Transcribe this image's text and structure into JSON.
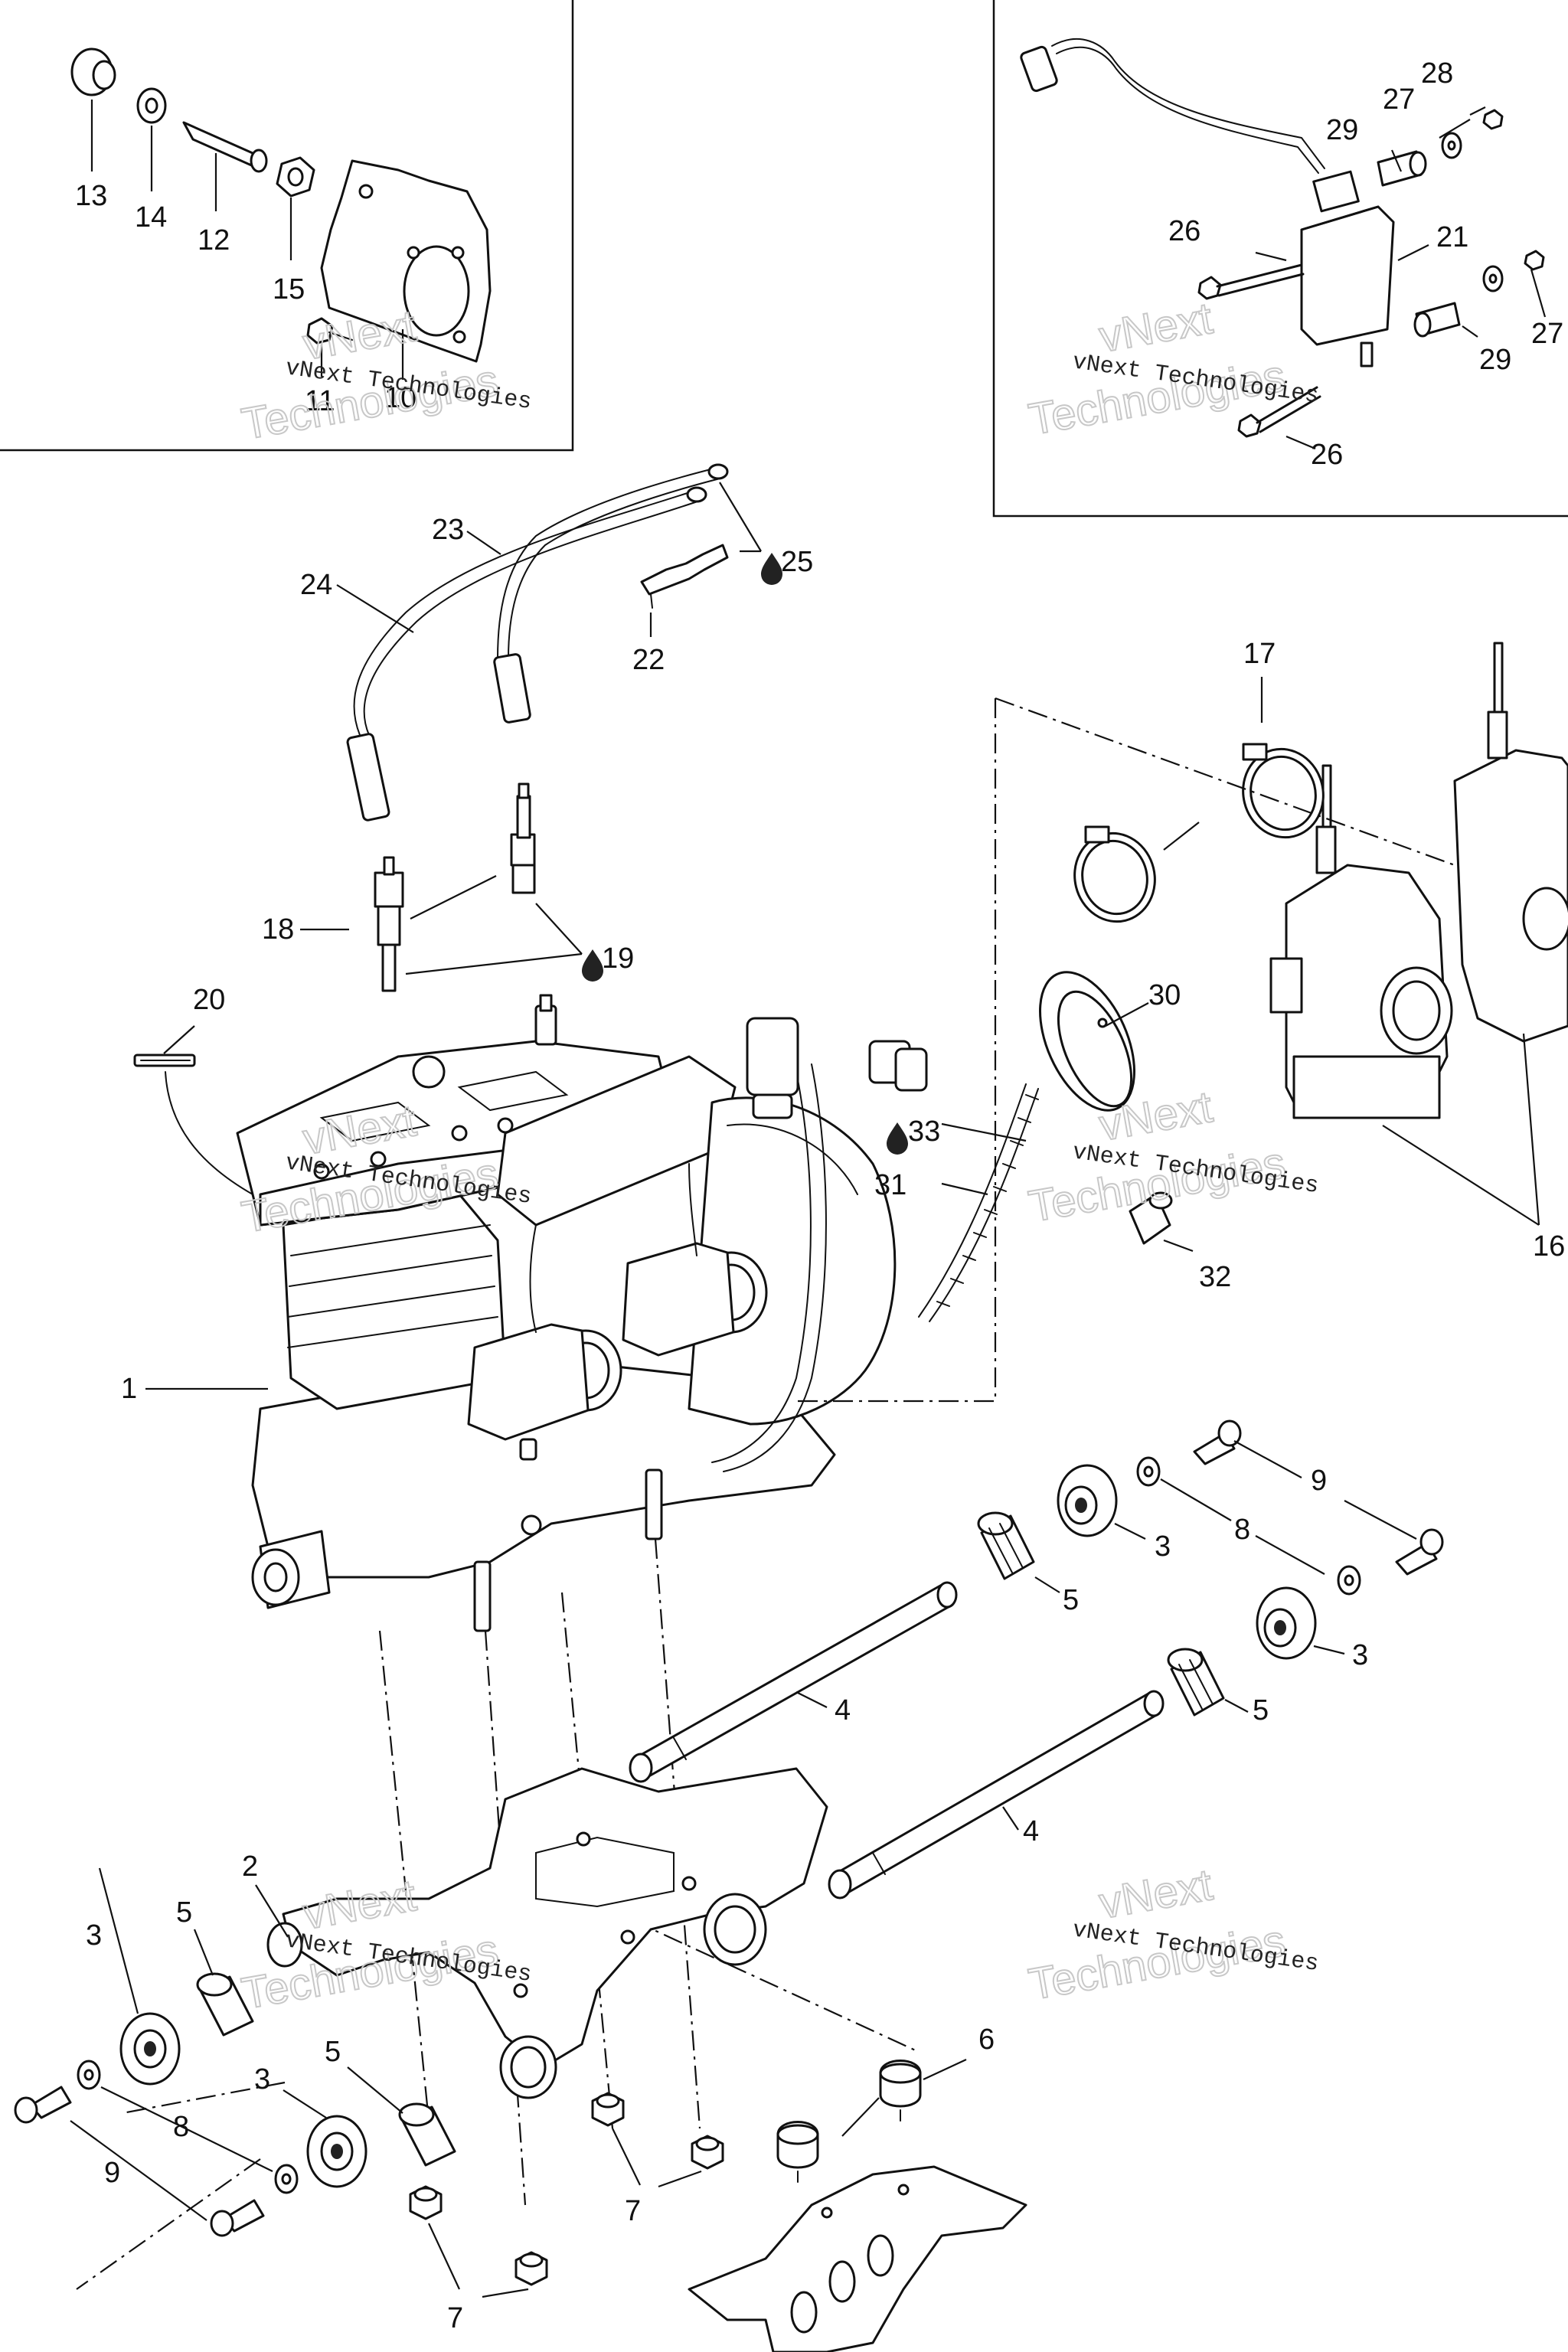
{
  "watermark": {
    "line1": "vNext Technologies",
    "line2": "vNext",
    "line3": "Technologies"
  },
  "callouts": {
    "c1": "1",
    "c2": "2",
    "c3a": "3",
    "c3b": "3",
    "c3c": "3",
    "c3d": "3",
    "c4a": "4",
    "c4b": "4",
    "c5a": "5",
    "c5b": "5",
    "c5c": "5",
    "c5d": "5",
    "c6": "6",
    "c7a": "7",
    "c7b": "7",
    "c8a": "8",
    "c8b": "8",
    "c9a": "9",
    "c9b": "9",
    "c10": "10",
    "c11": "11",
    "c12": "12",
    "c13": "13",
    "c14": "14",
    "c15": "15",
    "c16": "16",
    "c17": "17",
    "c18": "18",
    "c19": "19",
    "c20": "20",
    "c21": "21",
    "c22": "22",
    "c23": "23",
    "c24": "24",
    "c25": "25",
    "c26a": "26",
    "c26b": "26",
    "c27a": "27",
    "c27b": "27",
    "c28": "28",
    "c29a": "29",
    "c29b": "29",
    "c30": "30",
    "c31": "31",
    "c32": "32",
    "c33": "33"
  },
  "icons": {
    "lubricant": "drop-icon"
  }
}
